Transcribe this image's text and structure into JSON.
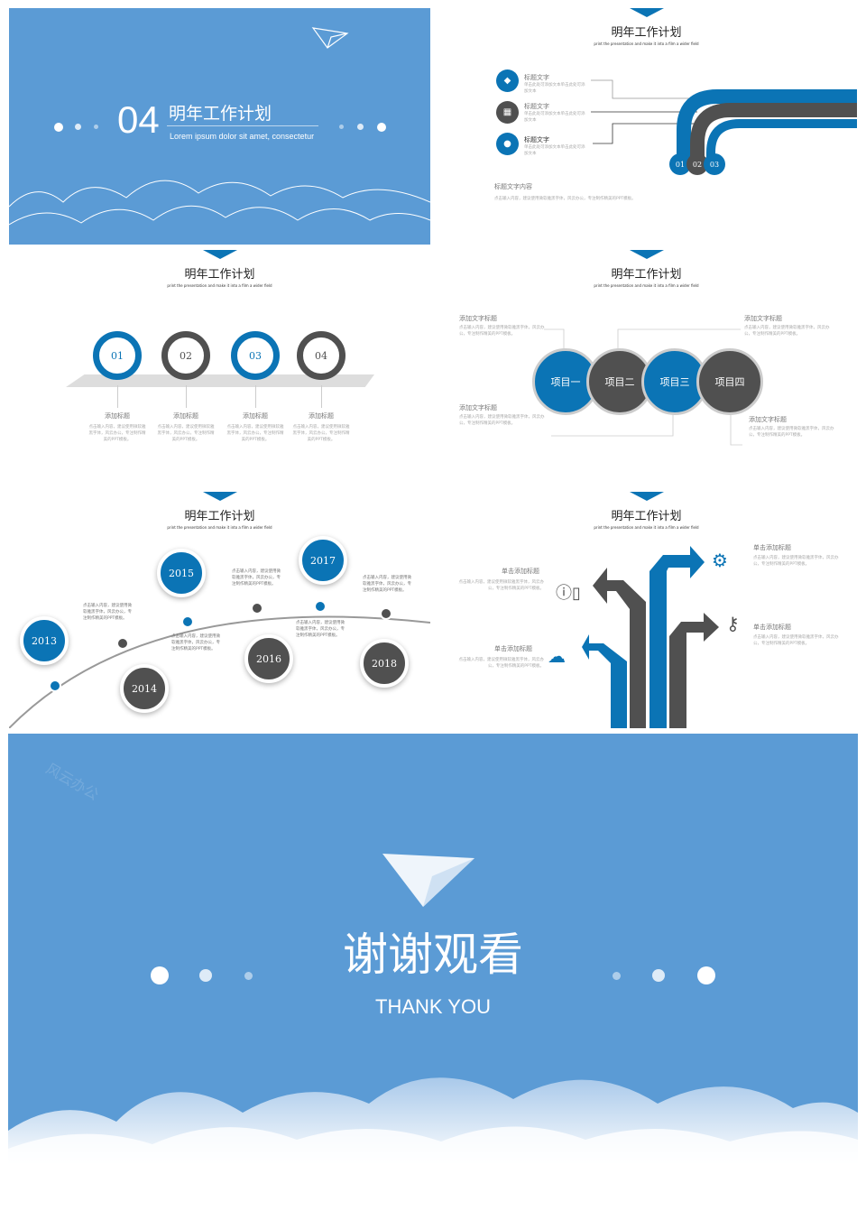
{
  "watermark": "风云办公",
  "slide1": {
    "number": "04",
    "title": "明年工作计划",
    "subtitle": "Lorem ipsum dolor sit amet, consectetur"
  },
  "header": {
    "title": "明年工作计划",
    "subtitle": "print the presentation and make it into a film a wider field"
  },
  "slide2": {
    "items": [
      {
        "title": "标题文字",
        "text": "单击此处可添加文本单击此处可添加文本",
        "icon": "android-icon"
      },
      {
        "title": "标题文字",
        "text": "单击此处可添加文本单击此处可添加文本",
        "icon": "windows-icon"
      },
      {
        "title": "标题文字",
        "text": "单击此处可添加文本单击此处可添加文本",
        "icon": "apple-icon"
      }
    ],
    "badges": [
      "01",
      "02",
      "03"
    ],
    "content_title": "标题文字内容",
    "content_text": "点击输入内容，建议使用微软雅黑字体，风云办公，专注制作精美的PPT模板。"
  },
  "slide3": {
    "steps": [
      {
        "num": "01",
        "title": "添加标题",
        "text": "点击输入内容，建议使用微软雅黑字体，风云办公，专注制作精美的PPT模板。"
      },
      {
        "num": "02",
        "title": "添加标题",
        "text": "点击输入内容，建议使用微软雅黑字体，风云办公，专注制作精美的PPT模板。"
      },
      {
        "num": "03",
        "title": "添加标题",
        "text": "点击输入内容，建议使用微软雅黑字体，风云办公，专注制作精美的PPT模板。"
      },
      {
        "num": "04",
        "title": "添加标题",
        "text": "点击输入内容，建议使用微软雅黑字体，风云办公，专注制作精美的PPT模板。"
      }
    ]
  },
  "slide4": {
    "circles": [
      "项目一",
      "项目二",
      "项目三",
      "项目四"
    ],
    "notes": [
      {
        "title": "添加文字标题",
        "text": "点击输入内容，建议使用微软雅黑字体，风云办公，专注制作精美的PPT模板。"
      },
      {
        "title": "添加文字标题",
        "text": "点击输入内容，建议使用微软雅黑字体，风云办公，专注制作精美的PPT模板。"
      },
      {
        "title": "添加文字标题",
        "text": "点击输入内容，建议使用微软雅黑字体，风云办公，专注制作精美的PPT模板。"
      },
      {
        "title": "添加文字标题",
        "text": "点击输入内容，建议使用微软雅黑字体，风云办公，专注制作精美的PPT模板。"
      }
    ]
  },
  "slide5": {
    "years": [
      "2013",
      "2014",
      "2015",
      "2016",
      "2017",
      "2018"
    ],
    "text": "点击输入内容，建议使用微软雅黑字体，风云办公，专注制作精美的PPT模板。"
  },
  "slide6": {
    "items": [
      {
        "title": "单击添加标题",
        "text": "点击输入内容，建议使用微软雅黑字体，风云办公，专注制作精美的PPT模板。"
      },
      {
        "title": "单击添加标题",
        "text": "点击输入内容，建议使用微软雅黑字体，风云办公，专注制作精美的PPT模板。"
      },
      {
        "title": "单击添加标题",
        "text": "点击输入内容，建议使用微软雅黑字体，风云办公，专注制作精美的PPT模板。"
      },
      {
        "title": "单击添加标题",
        "text": "点击输入内容，建议使用微软雅黑字体，风云办公，专注制作精美的PPT模板。"
      }
    ]
  },
  "thanks": {
    "title": "谢谢观看",
    "subtitle": "THANK YOU"
  },
  "colors": {
    "blue": "#0b74b5",
    "bg": "#5b9bd5",
    "dark": "#505050"
  }
}
